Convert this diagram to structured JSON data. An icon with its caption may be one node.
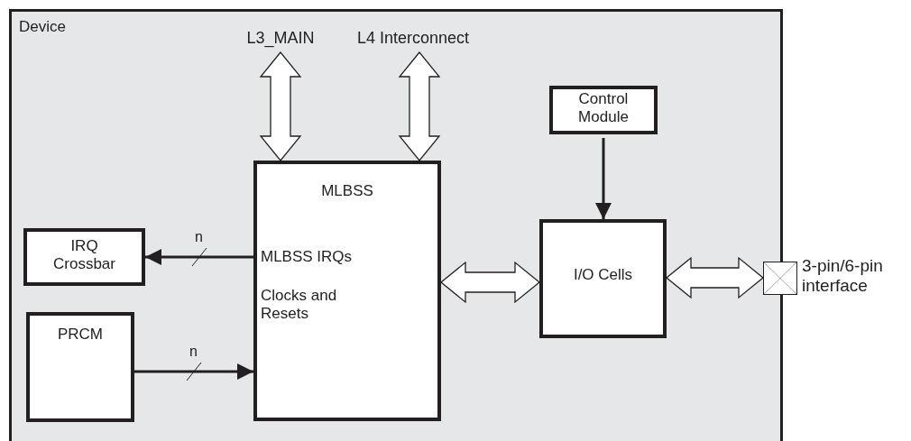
{
  "diagram": {
    "nodes": [
      {
        "text": [
          "Device"
        ]
      },
      {
        "text": [
          "L3_MAIN"
        ],
        "in": 0
      },
      {
        "text": [
          "L4 Interconnect"
        ],
        "in": 0
      },
      {
        "text": [
          "MLBSS",
          "MLBSS IRQs",
          "Clocks and Resets"
        ],
        "in": 0
      },
      {
        "text": [
          "IRQ Crossbar"
        ],
        "in": 0
      },
      {
        "text": [
          "PRCM"
        ],
        "in": 0
      },
      {
        "text": [
          "Control Module"
        ],
        "in": 0
      },
      {
        "text": [
          "I/O Cells"
        ],
        "in": 0
      },
      {
        "text": [],
        "shape": "box",
        "beside": [
          "3-pin/6-pin interface"
        ]
      }
    ],
    "edges": [
      {
        "from": 1,
        "to": 3,
        "arrow": "both",
        "style": "thick"
      },
      {
        "from": 2,
        "to": 3,
        "arrow": "both",
        "style": "thick"
      },
      {
        "from": 3,
        "to": 4,
        "arrow": "to",
        "label": "n"
      },
      {
        "from": 5,
        "to": 3,
        "arrow": "to",
        "label": "n"
      },
      {
        "from": 6,
        "to": 7,
        "arrow": "to"
      },
      {
        "from": 3,
        "to": 7,
        "arrow": "both",
        "style": "thick"
      },
      {
        "from": 7,
        "to": 8,
        "arrow": "both",
        "style": "thick"
      }
    ]
  }
}
